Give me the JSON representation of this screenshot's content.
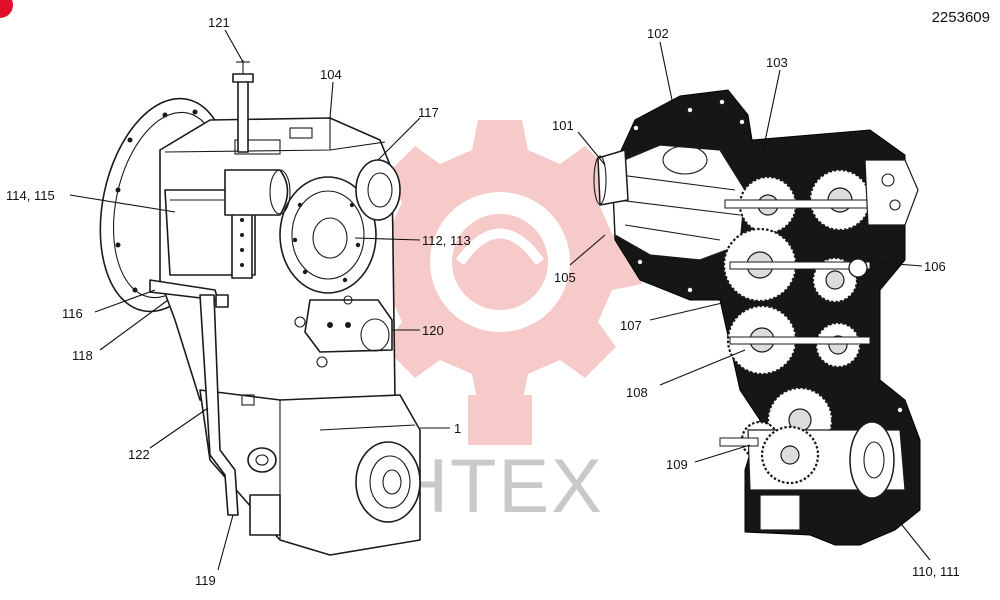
{
  "document": {
    "number": "2253609"
  },
  "watermark": {
    "text": "IHTEX",
    "color": "#f7c8c8"
  },
  "badge": {
    "color": "#e0102a"
  },
  "callouts": [
    {
      "id": "121",
      "text": "121"
    },
    {
      "id": "104",
      "text": "104"
    },
    {
      "id": "117",
      "text": "117"
    },
    {
      "id": "114-115",
      "text": "114, 115"
    },
    {
      "id": "112-113",
      "text": "112, 113"
    },
    {
      "id": "116",
      "text": "116"
    },
    {
      "id": "118",
      "text": "118"
    },
    {
      "id": "120",
      "text": "120"
    },
    {
      "id": "122",
      "text": "122"
    },
    {
      "id": "1",
      "text": "1"
    },
    {
      "id": "119",
      "text": "119"
    },
    {
      "id": "102",
      "text": "102"
    },
    {
      "id": "103",
      "text": "103"
    },
    {
      "id": "101",
      "text": "101"
    },
    {
      "id": "105",
      "text": "105"
    },
    {
      "id": "106",
      "text": "106"
    },
    {
      "id": "107",
      "text": "107"
    },
    {
      "id": "108",
      "text": "108"
    },
    {
      "id": "109",
      "text": "109"
    },
    {
      "id": "110-111",
      "text": "110, 111"
    }
  ]
}
